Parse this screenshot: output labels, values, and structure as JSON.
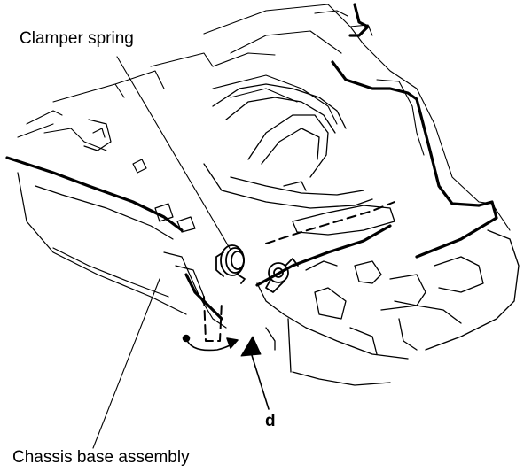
{
  "labels": {
    "clamper_spring": "Clamper spring",
    "d": "d",
    "chassis_base_assembly": "Chassis base assembly"
  }
}
